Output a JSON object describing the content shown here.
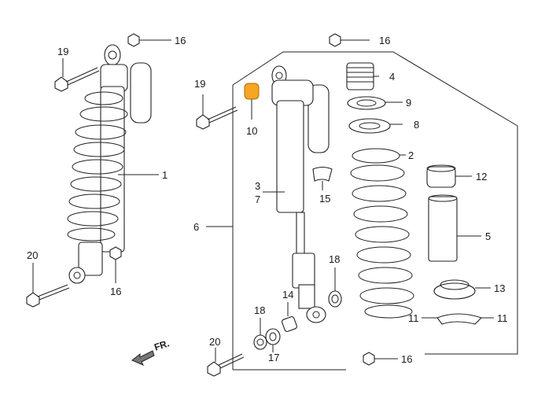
{
  "accent": "#f5a623",
  "direction_label": "FR.",
  "callouts": {
    "left_bolt_top": "19",
    "left_nut_top": "16",
    "left_assembly": "1",
    "left_bolt_bottom": "20",
    "left_nut_bottom": "16",
    "kit_bolt": "19",
    "bushing_highlight": "10",
    "kit_nut_top": "16",
    "spring_adjuster": "4",
    "lock_nut": "9",
    "adjust_nut": "8",
    "spring": "2",
    "damper_3": "3",
    "damper_7": "7",
    "kit_frame": "6",
    "spring_seat_stopper": "15",
    "stopper_rubber": "12",
    "spring_guide": "5",
    "spring_seat": "13",
    "stopper_11_left": "11",
    "stopper_11_right": "11",
    "dust_seal_18_right": "18",
    "collar_14": "14",
    "dust_seal_18_left": "18",
    "bushing_17": "17",
    "kit_bolt_bottom": "20",
    "kit_nut_bottom": "16"
  }
}
